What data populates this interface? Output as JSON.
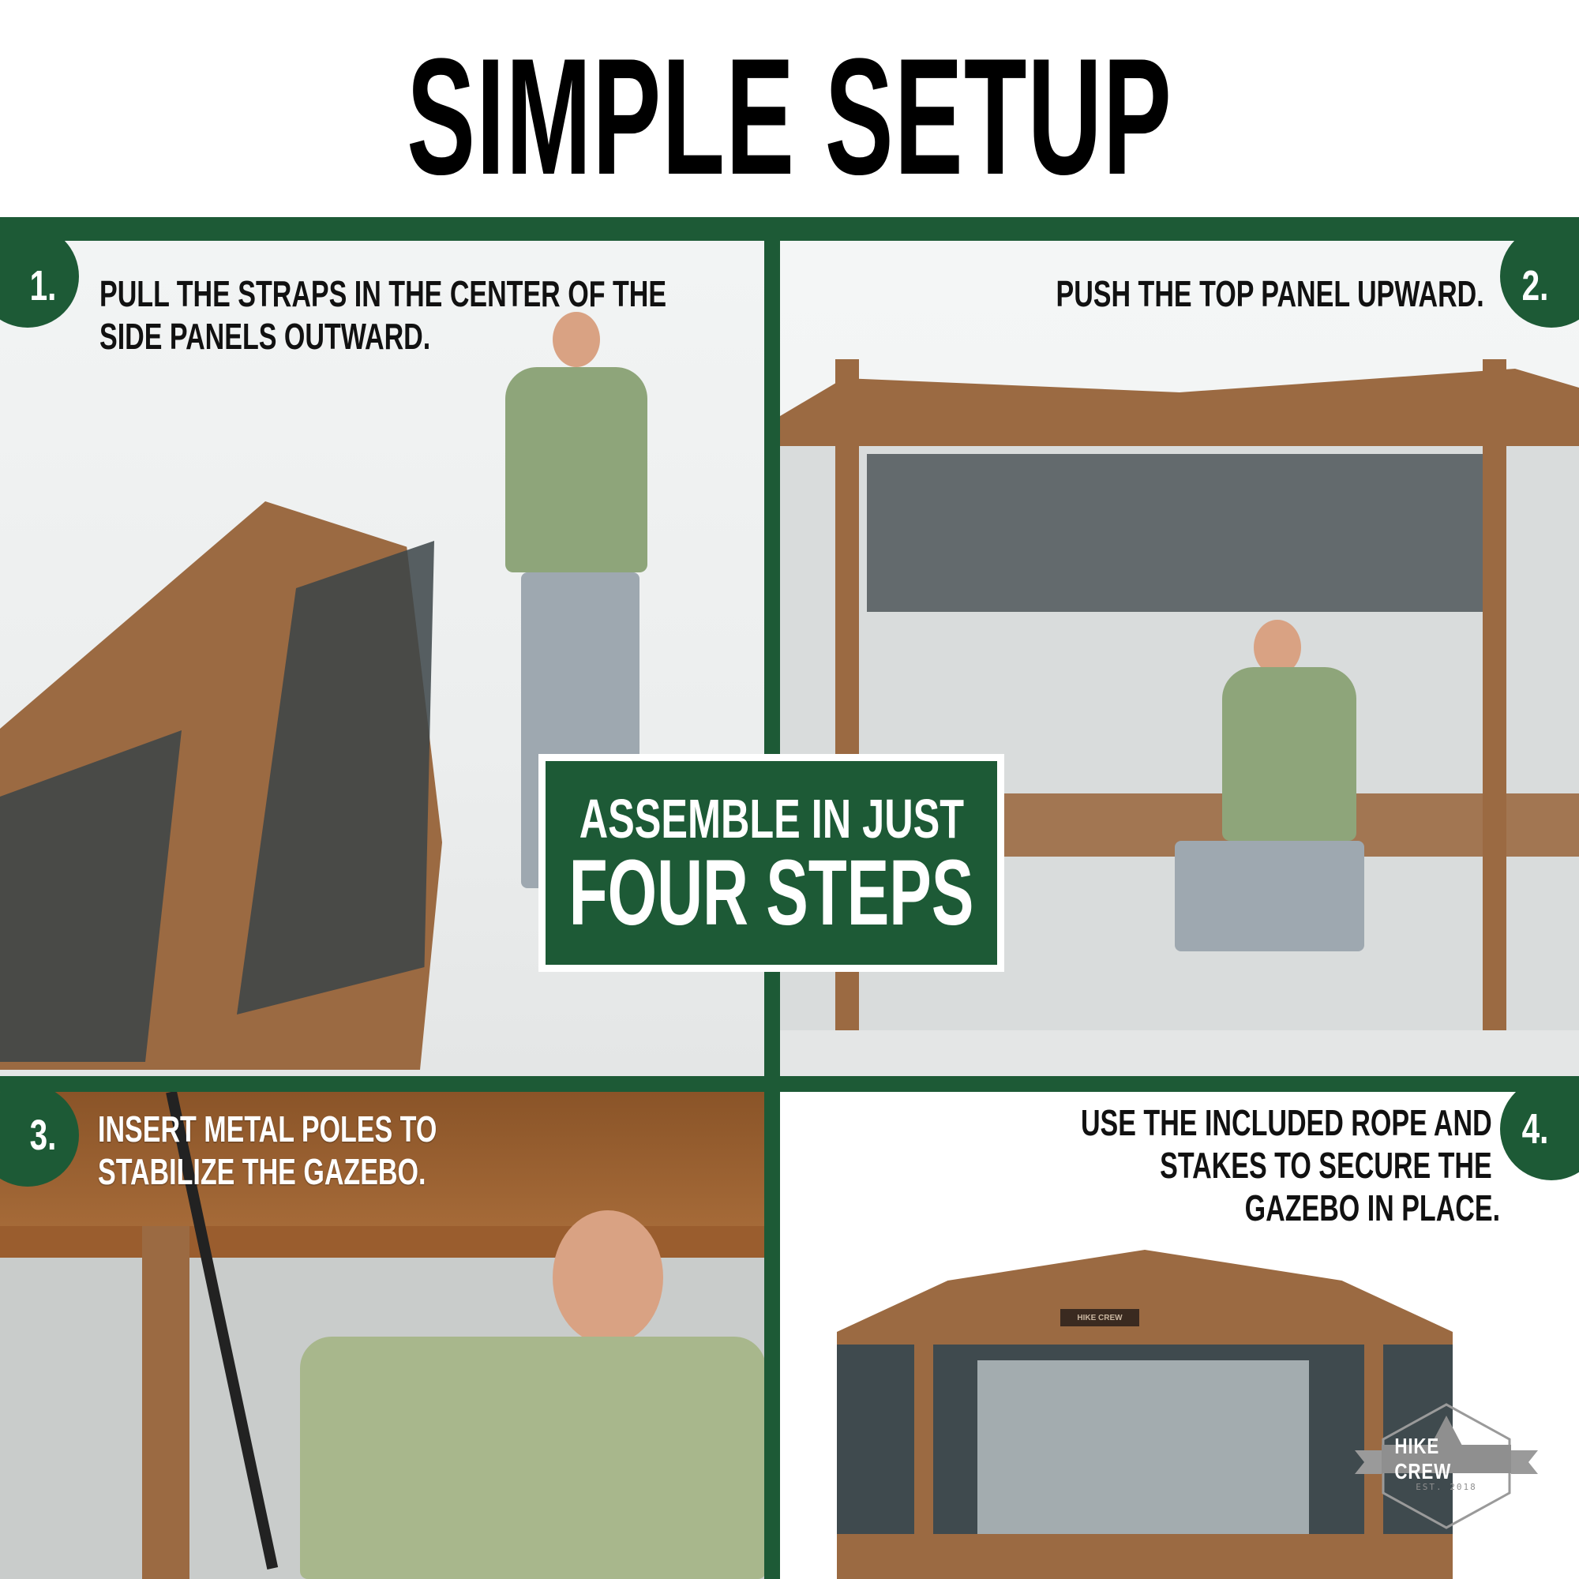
{
  "header": {
    "title": "SIMPLE SETUP"
  },
  "theme": {
    "brand_green": "#1d5a36",
    "tent_brown": "#9b6a42",
    "text_dark": "#111111",
    "text_light": "#ffffff"
  },
  "steps": [
    {
      "number": "1.",
      "lines": [
        "PULL THE STRAPS IN THE CENTER OF THE",
        "SIDE PANELS OUTWARD."
      ],
      "photo": "man pulling side panel strap of collapsed gazebo"
    },
    {
      "number": "2.",
      "lines": [
        "PUSH THE TOP PANEL UPWARD."
      ],
      "photo": "man kneeling inside gazebo pushing top panel up"
    },
    {
      "number": "3.",
      "lines": [
        "INSERT METAL POLES TO",
        "STABILIZE THE GAZEBO."
      ],
      "photo": "close-up of man inserting metal pole into gazebo corner"
    },
    {
      "number": "4.",
      "lines": [
        "USE THE INCLUDED ROPE AND",
        "STAKES TO SECURE THE",
        "GAZEBO IN PLACE."
      ],
      "photo": "fully assembled hexagonal brown gazebo with mesh walls"
    }
  ],
  "callout": {
    "line1": "ASSEMBLE IN JUST",
    "line2": "FOUR STEPS"
  },
  "brand": {
    "name": "HIKE CREW",
    "established": "EST. 2018",
    "canopy_label": "HIKE CREW"
  }
}
